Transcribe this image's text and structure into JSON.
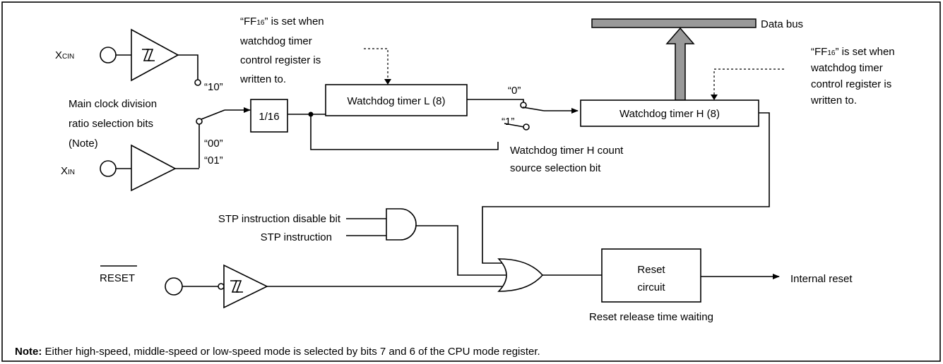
{
  "pins": {
    "xcin": {
      "main": "X",
      "sub": "CIN"
    },
    "xin": {
      "main": "X",
      "sub": "IN"
    },
    "reset": "RESET"
  },
  "switch_labels": {
    "sel_10": "“10”",
    "sel_00": "“00”",
    "sel_01": "“01”",
    "wdt_0": "“0”",
    "wdt_1": "“1”"
  },
  "clock_select": {
    "lines": [
      "Main clock division",
      "ratio selection bits",
      "(Note)"
    ]
  },
  "divider": "1/16",
  "wdt_l": "Watchdog timer L (8)",
  "wdt_h": "Watchdog timer H (8)",
  "data_bus": "Data bus",
  "ff_note_left": {
    "first_main": "“FF",
    "first_sub": "16",
    "first_rest": "” is set when",
    "lines": [
      "watchdog timer",
      "control register is",
      "written to."
    ]
  },
  "ff_note_right": {
    "first_main": "“FF",
    "first_sub": "16",
    "first_rest": "” is set when",
    "lines": [
      "watchdog timer",
      "control register is",
      "written to."
    ]
  },
  "wdt_h_source": {
    "lines": [
      "Watchdog timer H count",
      "source selection bit"
    ]
  },
  "stp": {
    "disable": "STP instruction disable bit",
    "instruction": "STP instruction"
  },
  "reset_circuit": {
    "lines": [
      "Reset",
      "circuit"
    ],
    "caption": "Reset release time waiting"
  },
  "internal_reset": "Internal reset",
  "note": {
    "label": "Note:",
    "text": " Either high-speed, middle-speed or low-speed mode is selected by bits 7 and 6 of the CPU mode register."
  },
  "hysteresis_symbol": "Z"
}
